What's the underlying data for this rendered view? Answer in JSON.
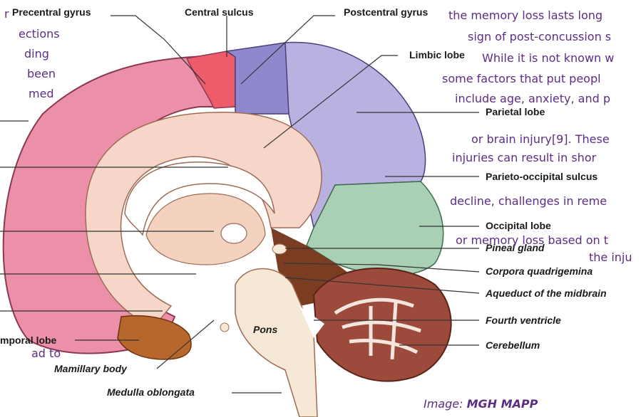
{
  "background_text": {
    "left": [
      "r",
      "ections",
      "ding",
      "been",
      "med"
    ],
    "right": [
      "the memory loss lasts long",
      "sign of post-concussion s",
      "While it is not known w",
      "some factors that put peopl",
      "include age, anxiety, and p",
      "or brain injury[9]. These",
      "injuries can result in shor",
      "decline, challenges in reme",
      "or memory loss based on t",
      "the inju"
    ]
  },
  "labels": {
    "precentral_gyrus": "Precentral gyrus",
    "central_sulcus": "Central sulcus",
    "postcentral_gyrus": "Postcentral gyrus",
    "limbic_lobe": "Limbic lobe",
    "parietal_lobe": "Parietal lobe",
    "parieto_occipital_sulcus": "Parieto-occipital sulcus",
    "occipital_lobe": "Occipital lobe",
    "pineal_gland": "Pineal gland",
    "corpora_quadrigemina": "Corpora quadrigemina",
    "aqueduct": "Aqueduct of the midbrain",
    "fourth_ventricle": "Fourth ventricle",
    "cerebellum": "Cerebellum",
    "pons": "Pons",
    "temporal_lobe": "mporal lobe",
    "mamillary_body": "Mamillary body",
    "medulla_oblongata": "Medulla oblongata",
    "ad_to": "ad to"
  },
  "credit": {
    "prefix": "Image: ",
    "source": "MGH MAPP"
  },
  "colors": {
    "frontal": "#ec8fa8",
    "precentral": "#ee5c6c",
    "postcentral": "#8f88cc",
    "parietal": "#b9b2e0",
    "occipital": "#a9cfb4",
    "limbic": "#f6d6c8",
    "cerebellum": "#9c4a3c",
    "temporal": "#b8672c",
    "brainstem": "#f5e8d6",
    "text": "#5b2e86"
  }
}
